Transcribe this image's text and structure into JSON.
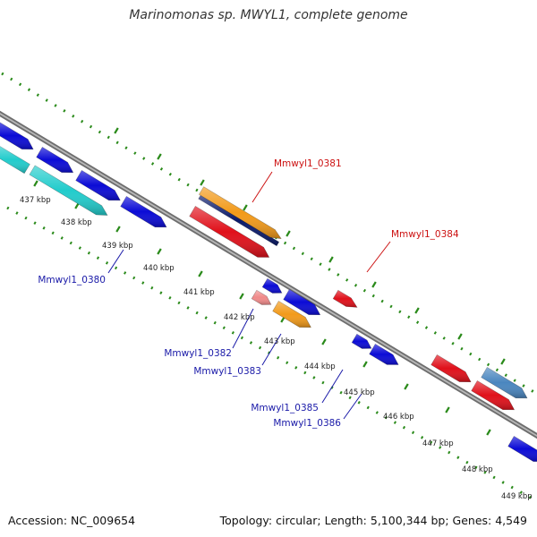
{
  "title": "Marinomonas sp. MWYL1, complete genome",
  "footer": {
    "accession": "Accession: NC_009654",
    "summary": "Topology: circular; Length: 5,100,344 bp; Genes: 4,549"
  },
  "colors": {
    "backbone": "#8c8c8c",
    "ticks": "#2a8a1a",
    "blue": "#0b0bd6",
    "cyan": "#22cccc",
    "red": "#e0101a",
    "orange": "#f29a1a",
    "navy": "#0a1a6a",
    "pink": "#f08a8a",
    "steel": "#4a86bf",
    "label_blue": "#1a1aa8",
    "label_red": "#cc1111"
  },
  "scale": {
    "ticks": [
      "437 kbp",
      "438 kbp",
      "439 kbp",
      "440 kbp",
      "441 kbp",
      "442 kbp",
      "443 kbp",
      "444 kbp",
      "445 kbp",
      "446 kbp",
      "447 kbp",
      "448 kbp",
      "449 kbp"
    ]
  },
  "gene_labels": [
    {
      "text": "Mmwyl1_0381",
      "color": "red"
    },
    {
      "text": "Mmwyl1_0384",
      "color": "red"
    },
    {
      "text": "Mmwyl1_0380",
      "color": "blue"
    },
    {
      "text": "Mmwyl1_0382",
      "color": "blue"
    },
    {
      "text": "Mmwyl1_0383",
      "color": "blue"
    },
    {
      "text": "Mmwyl1_0385",
      "color": "blue"
    },
    {
      "text": "Mmwyl1_0386",
      "color": "blue"
    }
  ]
}
